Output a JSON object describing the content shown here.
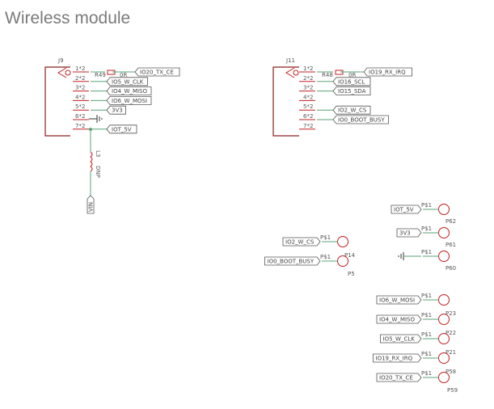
{
  "page_title": "Wireless module",
  "left_connector": {
    "name": "J9",
    "pins": [
      "1*2",
      "2*2",
      "3*2",
      "4*2",
      "5*2",
      "6*2",
      "7*2"
    ],
    "resistor_ref": "R49",
    "resistor_value": "0R",
    "nets": [
      "IO20_TX_CE",
      "IO5_W_CLK",
      "IO4_W_MISO",
      "IO6_W_MOSI",
      "3V3",
      "",
      "IOT_5V"
    ],
    "inductor_ref": "L3",
    "inductor_value": "DNP",
    "supply": "VIN"
  },
  "right_connector": {
    "name": "J11",
    "pins": [
      "1*2",
      "2*2",
      "3*2",
      "4*2",
      "5*2",
      "6*2",
      "7*2"
    ],
    "resistor_ref": "R48",
    "resistor_value": "0R",
    "nets": [
      "IO19_RX_IRQ",
      "IO16_SCL",
      "IO15_SDA",
      "",
      "IO2_W_CS",
      "IO0_BOOT_BUSY",
      ""
    ]
  },
  "pads_middle": [
    {
      "net": "IO2_W_CS",
      "pin": "P$1",
      "ref": ""
    },
    {
      "net": "IO0_BOOT_BUSY",
      "pin": "P$1",
      "ref": "P14"
    }
  ],
  "pad_middle_label": "P5",
  "pads_right_top": [
    {
      "net": "IOT_5V",
      "pin": "P$1",
      "ref": "P62"
    },
    {
      "net": "3V3",
      "pin": "P$1",
      "ref": "P61"
    },
    {
      "net": "",
      "pin": "P$1",
      "ref": "P60"
    }
  ],
  "pads_right_bottom": [
    {
      "net": "IO6_W_MOSI",
      "pin": "P$1",
      "ref": ""
    },
    {
      "net": "IO4_W_MISO",
      "pin": "P$1",
      "ref": "P23"
    },
    {
      "net": "IO5_W_CLK",
      "pin": "P$1",
      "ref": "P22"
    },
    {
      "net": "IO19_RX_IRQ",
      "pin": "P$1",
      "ref": "P21"
    },
    {
      "net": "IO20_TX_CE",
      "pin": "P$1",
      "ref": "P58"
    }
  ],
  "pad_bottom_label": "P59",
  "colors": {
    "wire": "#5aa37a",
    "component": "#c02020",
    "body": "#8a2020",
    "text": "#555555"
  }
}
